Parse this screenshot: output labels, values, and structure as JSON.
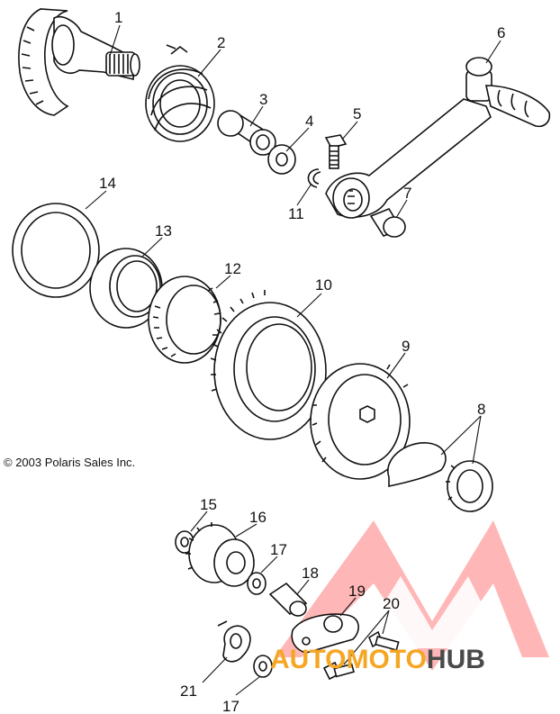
{
  "copyright": "© 2003 Polaris Sales Inc.",
  "watermark": {
    "word_a": "AUTOMOTO",
    "word_b": "HUB",
    "color_a": "#f5a623",
    "color_b": "#4a4a4a",
    "logo_color": "#ff7a7a"
  },
  "part_labels": [
    {
      "id": "1",
      "text": "1"
    },
    {
      "id": "2",
      "text": "2"
    },
    {
      "id": "3",
      "text": "3"
    },
    {
      "id": "4",
      "text": "4"
    },
    {
      "id": "5",
      "text": "5"
    },
    {
      "id": "6",
      "text": "6"
    },
    {
      "id": "7",
      "text": "7"
    },
    {
      "id": "8",
      "text": "8"
    },
    {
      "id": "9",
      "text": "9"
    },
    {
      "id": "10",
      "text": "10"
    },
    {
      "id": "11",
      "text": "11"
    },
    {
      "id": "12",
      "text": "12"
    },
    {
      "id": "13",
      "text": "13"
    },
    {
      "id": "14",
      "text": "14"
    },
    {
      "id": "15",
      "text": "15"
    },
    {
      "id": "16",
      "text": "16"
    },
    {
      "id": "17a",
      "text": "17"
    },
    {
      "id": "17b",
      "text": "17"
    },
    {
      "id": "18",
      "text": "18"
    },
    {
      "id": "19",
      "text": "19"
    },
    {
      "id": "20",
      "text": "20"
    },
    {
      "id": "21",
      "text": "21"
    }
  ]
}
